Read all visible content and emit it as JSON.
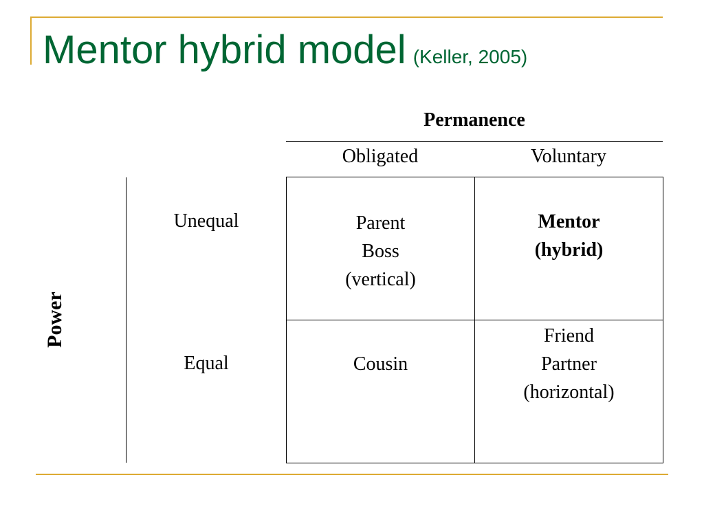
{
  "slide": {
    "title": "Mentor hybrid model",
    "citation": "(Keller, 2005)",
    "accent_color": "#DDAA33",
    "title_color": "#006633"
  },
  "matrix": {
    "column_axis_label": "Permanence",
    "columns": [
      "Obligated",
      "Voluntary"
    ],
    "row_axis_label": "Power",
    "rows": [
      "Unequal",
      "Equal"
    ],
    "cells": {
      "unequal_obligated": [
        "Parent",
        "Boss",
        "(vertical)"
      ],
      "unequal_voluntary": [
        "Mentor",
        "(hybrid)"
      ],
      "equal_obligated": [
        "Cousin"
      ],
      "equal_voluntary": [
        "Friend",
        "Partner",
        "(horizontal)"
      ]
    }
  }
}
